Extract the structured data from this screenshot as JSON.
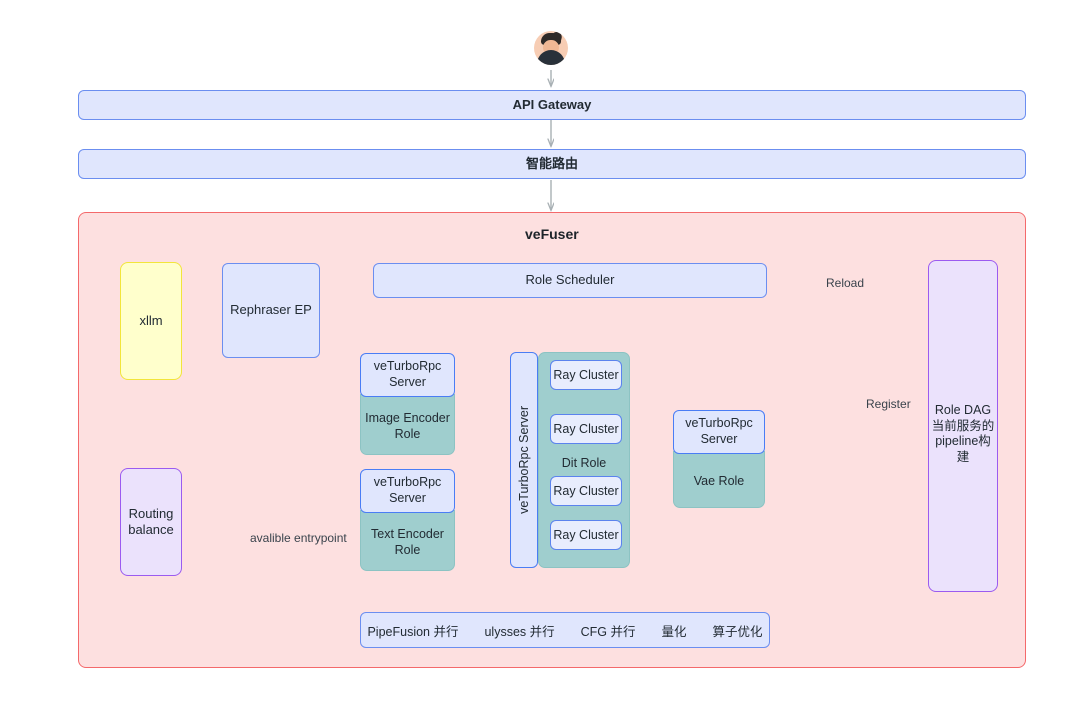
{
  "diagram": {
    "user_icon": "user-avatar-icon",
    "api_gateway": "API Gateway",
    "smart_router": "智能路由",
    "vefuser_title": "veFuser",
    "role_scheduler": "Role Scheduler",
    "xllm": "xllm",
    "rephraser_ep": "Rephraser EP",
    "routing_balance": "Routing\nbalance",
    "routing_balance_l1": "Routing",
    "routing_balance_l2": "balance",
    "role_dag_l1": "Role DAG",
    "role_dag_l2": "当前服务的",
    "role_dag_l3": "pipeline构建",
    "rpc_server_l1": "veTurboRpc",
    "rpc_server_l2": "Server",
    "image_encoder_role_l1": "Image Encoder",
    "image_encoder_role_l2": "Role",
    "text_encoder_role_l1": "Text Encoder",
    "text_encoder_role_l2": "Role",
    "vae_role": "Vae Role",
    "dit_server_vertical": "veTurboRpc Server",
    "dit_role": "Dit Role",
    "ray_clusters": [
      "Ray Cluster",
      "Ray Cluster",
      "Ray Cluster",
      "Ray Cluster"
    ],
    "edge_reload": "Reload",
    "edge_register": "Register",
    "edge_available_entrypoint": "avalible entrypoint",
    "bottom_features": [
      "PipeFusion 并行",
      "ulysses 并行",
      "CFG 并行",
      "量化",
      "算子优化"
    ]
  },
  "colors": {
    "page_bg": "#ffffff",
    "blue_fill": "#e0e6fd",
    "blue_border": "#6b8ef0",
    "pink_fill": "#fde0e0",
    "pink_border": "#f4696b",
    "yellow_fill": "#ffffcc",
    "yellow_border": "#f2e53a",
    "purple_fill": "#ebe2fc",
    "purple_border": "#9b5bf0",
    "teal_fill": "#9fcece",
    "teal_border": "#8cc3c3",
    "wire": "#a8b0b4",
    "text": "#222b33"
  }
}
